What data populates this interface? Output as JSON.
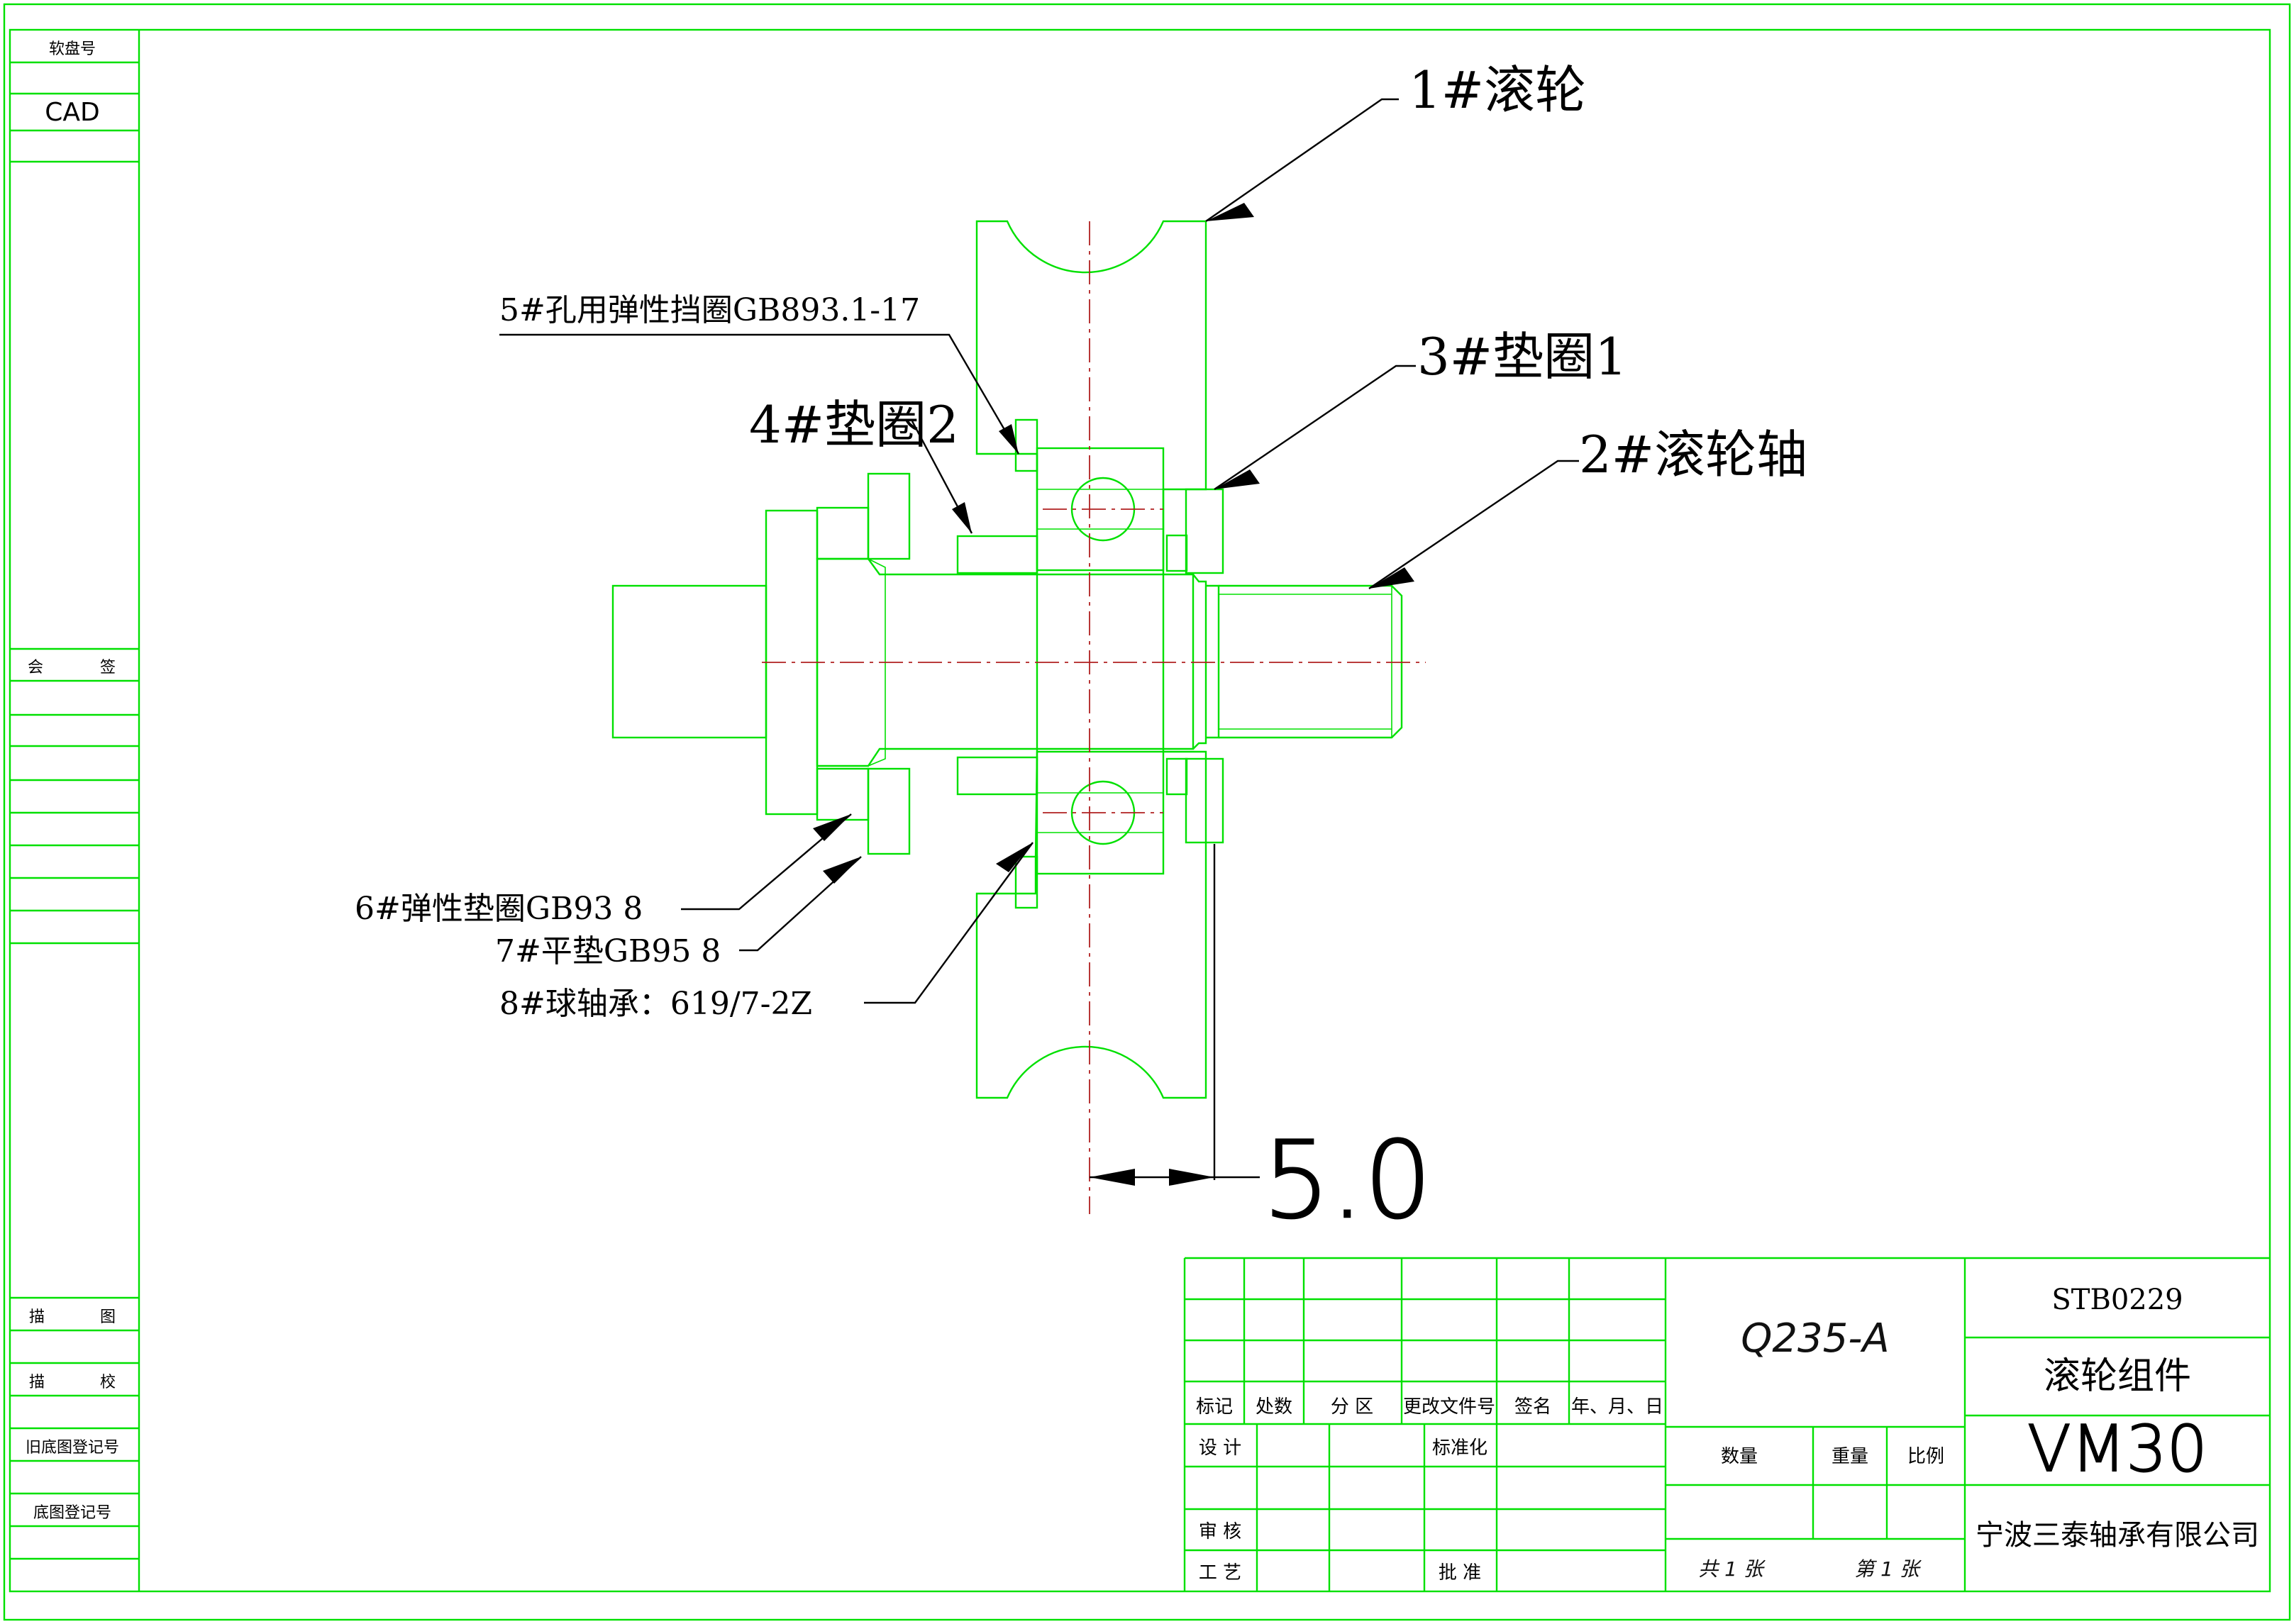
{
  "side_panel": {
    "top_label": "软盘号",
    "cad_label": "CAD",
    "countersign": [
      "会",
      "签"
    ],
    "draw_label": [
      "描",
      "图"
    ],
    "check_label": [
      "描",
      "校"
    ],
    "old_reg": "旧底图登记号",
    "base_reg": "底图登记号"
  },
  "callouts": {
    "c1": "1#滚轮",
    "c2": "2#滚轮轴",
    "c3": "3#垫圈1",
    "c4": "4#垫圈2",
    "c5": "5#孔用弹性挡圈GB893.1-17",
    "c6": "6#弹性垫圈GB93 8",
    "c7": "7#平垫GB95 8",
    "c8": "8#球轴承：619/7-2Z"
  },
  "dimension": {
    "value": "5.0"
  },
  "title_block": {
    "headers": [
      "标记",
      "处数",
      "分 区",
      "更改文件号",
      "签名",
      "年、月、日"
    ],
    "design": "设 计",
    "standard": "标准化",
    "review": "审 核",
    "process": "工 艺",
    "approve": "批 准",
    "material": "Q235-A",
    "qty": "数量",
    "weight": "重量",
    "scale": "比例",
    "sheets_total": "共 1 张",
    "sheet_no": "第 1 张",
    "drawing_no": "STB0229",
    "part_name": "滚轮组件",
    "model": "VM30",
    "company": "宁波三泰轴承有限公司"
  },
  "colors": {
    "line": "#00e000",
    "center": "#b02020",
    "hatch": "#6fd6c8",
    "text": "#000000"
  }
}
